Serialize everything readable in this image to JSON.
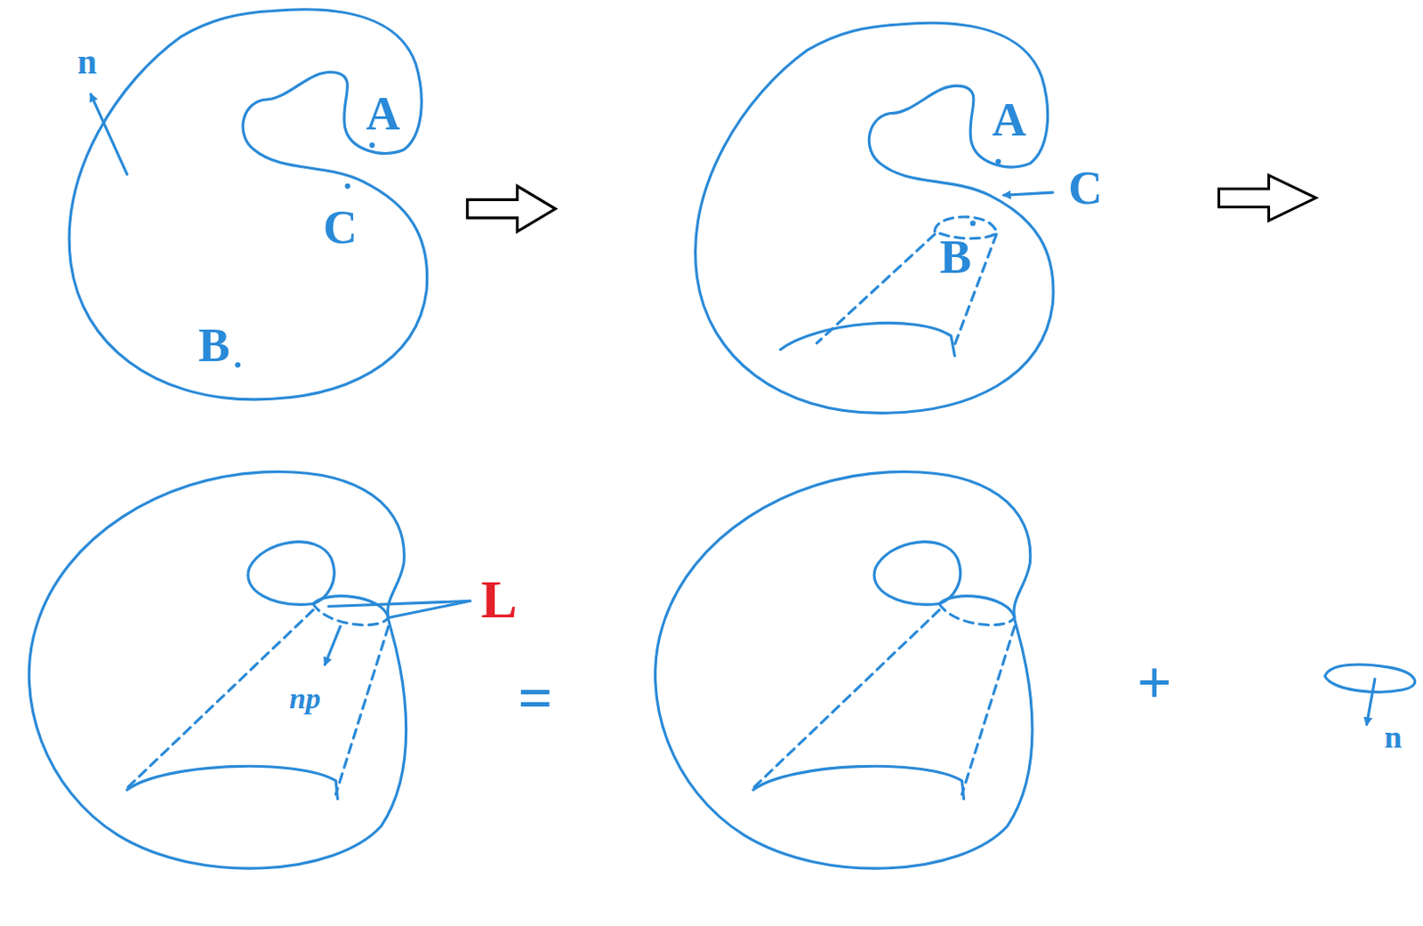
{
  "diagram": {
    "labels": [
      "n",
      "A",
      "C",
      "B",
      "A",
      "C",
      "B",
      "L",
      "np",
      "=",
      "+",
      "n"
    ]
  }
}
